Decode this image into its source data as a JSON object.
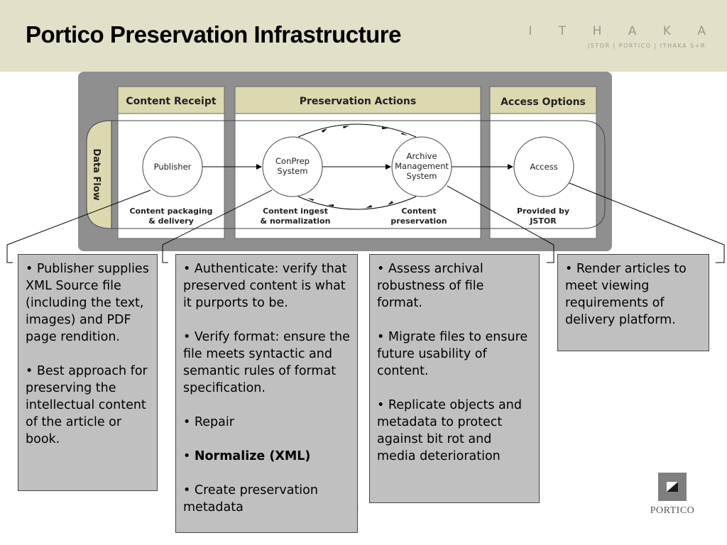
{
  "header": {
    "title": "Portico Preservation Infrastructure",
    "brand": "I T H A K A",
    "brand_sub": "JSTOR | PORTICO | ITHAKA S+R"
  },
  "diagram": {
    "sections": [
      "Content Receipt",
      "Preservation Actions",
      "Access Options"
    ],
    "side_label": "Data Flow",
    "nodes": {
      "publisher": "Publisher",
      "conprep": [
        "ConPrep",
        "System"
      ],
      "archive": [
        "Archive",
        "Management",
        "System"
      ],
      "access": "Access"
    },
    "captions": {
      "receipt": [
        "Content packaging",
        "& delivery"
      ],
      "ingest": [
        "Content  ingest",
        "& normalization"
      ],
      "preservation": [
        "Content",
        "preservation"
      ],
      "provided": [
        "Provided by",
        "JSTOR"
      ]
    }
  },
  "boxes": {
    "publisher": {
      "b1": "• Publisher supplies XML Source file (including the text, images) and PDF page rendition.",
      "b2": "• Best approach for preserving the intellectual content of the article or book."
    },
    "ingest": {
      "b1": "• Authenticate: verify that preserved content is what it purports to be.",
      "b2": "• Verify format: ensure the file meets syntactic and semantic rules of format specification.",
      "b3": "• Repair",
      "b4_bullet": "• ",
      "b4_bold": "Normalize (XML)",
      "b5": "• Create preservation metadata"
    },
    "archive": {
      "b1": "• Assess archival robustness of file format.",
      "b2": "• Migrate files to ensure future usability of content.",
      "b3": "• Replicate objects and metadata to protect against bit rot and media deterioration"
    },
    "access": {
      "b1": "• Render articles to meet viewing requirements of delivery platform."
    }
  },
  "footer": {
    "page_fragment": "0",
    "logo_text": "PORTICO"
  }
}
